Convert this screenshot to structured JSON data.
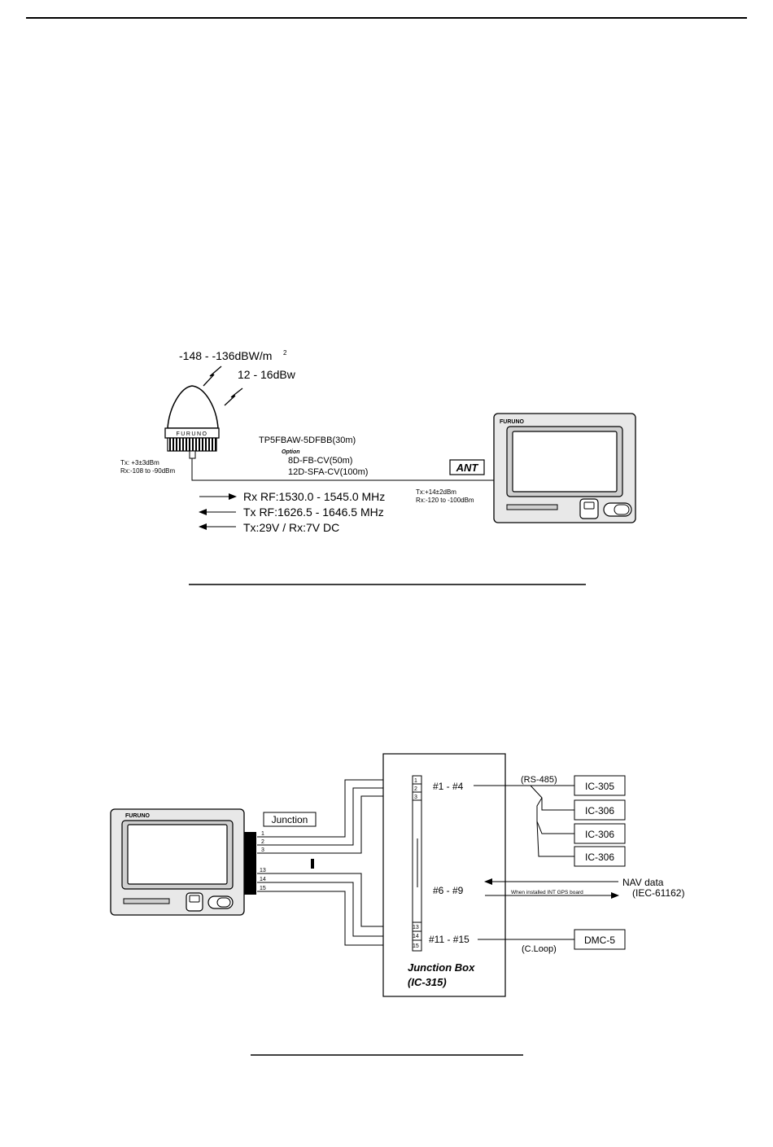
{
  "diagram1": {
    "signal_level": "-148 - -136dBW/m",
    "signal_level_sup": "2",
    "eirp": "12 - 16dBw",
    "antenna_brand": "FURUNO",
    "cable_main": "TP5FBAW-5DFBB(30m)",
    "option_label": "Option",
    "cable_opt1": "8D-FB-CV(50m)",
    "cable_opt2": "12D-SFA-CV(100m)",
    "ant_tx": "Tx: +3±3dBm",
    "ant_rx": "Rx:-108 to -90dBm",
    "ant_port": "ANT",
    "term_tx": "Tx:+14±2dBm",
    "term_rx": "Rx:-120 to -100dBm",
    "terminal_brand": "FURUNO",
    "rx_rf": "Rx RF:1530.0 - 1545.0 MHz",
    "tx_rf": "Tx RF:1626.5 - 1646.5 MHz",
    "dc": "Tx:29V / Rx:7V DC"
  },
  "diagram2": {
    "terminal_brand": "FURUNO",
    "junction_label": "Junction",
    "pins_left": [
      "1",
      "2",
      "3",
      "13",
      "14",
      "15"
    ],
    "pins_box": [
      "1",
      "2",
      "3",
      "13",
      "14",
      "15"
    ],
    "group1": "#1 -  #4",
    "group2": "#6 -  #9",
    "group3": "#11 -  #15",
    "rs485": "(RS-485)",
    "ic305": "IC-305",
    "ic306a": "IC-306",
    "ic306b": "IC-306",
    "ic306c": "IC-306",
    "nav_data": "NAV data",
    "nav_note": "When installed INT GPS board",
    "iec": "(IEC-61162)",
    "dmc": "DMC-5",
    "cloop": "(C.Loop)",
    "box_title1": "Junction Box",
    "box_title2": "(IC-315)"
  }
}
